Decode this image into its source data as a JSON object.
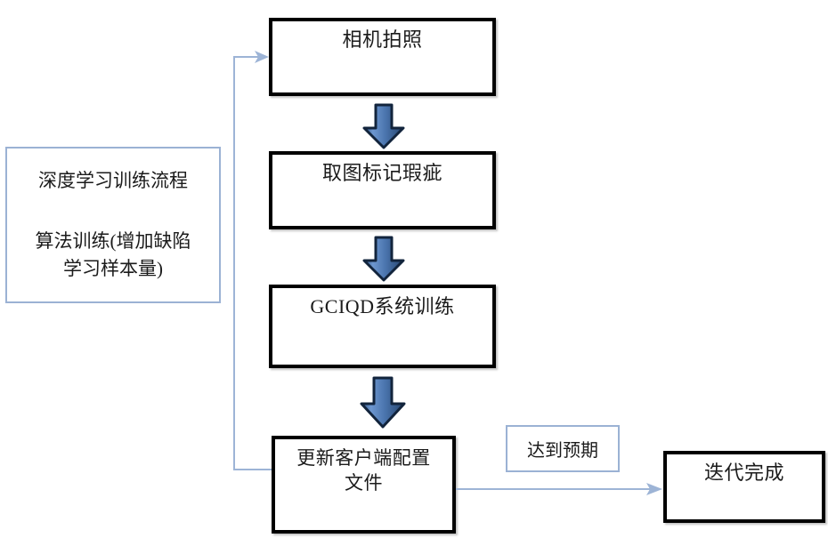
{
  "diagram": {
    "title_note": {
      "line1": "深度学习训练流程",
      "line2": "算法训练(增加缺陷",
      "line3": "学习样本量)"
    },
    "nodes": [
      {
        "id": "camera-capture",
        "label": "相机拍照"
      },
      {
        "id": "mark-defects",
        "label": "取图标记瑕疵"
      },
      {
        "id": "gciqd-training",
        "label": "GCIQD系统训练"
      },
      {
        "id": "update-client-config",
        "label": "更新客户端配置\n文件"
      },
      {
        "id": "iteration-complete",
        "label": "迭代完成"
      }
    ],
    "edge_labels": [
      {
        "id": "meets-expectation",
        "label": "达到预期"
      }
    ],
    "arrows": [
      {
        "id": "arrow-camera-to-mark",
        "direction": "down"
      },
      {
        "id": "arrow-mark-to-gciqd",
        "direction": "down"
      },
      {
        "id": "arrow-gciqd-to-update",
        "direction": "down"
      },
      {
        "id": "arrow-feedback-loop",
        "direction": "up-left-to-camera"
      },
      {
        "id": "arrow-update-to-done",
        "direction": "right"
      }
    ],
    "colors": {
      "arrow_fill_light": "#6f9ad4",
      "arrow_fill_dark": "#1f3f66",
      "connector_line": "#9db4d6",
      "note_border": "#9bb2d4",
      "box_border": "#000000",
      "text": "#1b1b1b"
    }
  }
}
